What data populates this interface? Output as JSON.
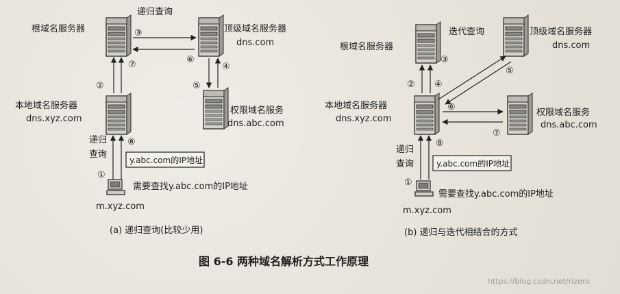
{
  "left": {
    "top_label": "递归查询",
    "root_server": "根域名服务器",
    "tld_server_line1": "顶级域名服务器",
    "tld_server_line2": "dns.com",
    "local_server_line1": "本地域名服务器",
    "local_server_line2": "dns.xyz.com",
    "auth_server_line1": "权限域名服务",
    "auth_server_line2": "dns.abc.com",
    "client_query_line1": "递归",
    "client_query_line2": "查询",
    "answer_box": "y.abc.com的IP地址",
    "client_need": "需要查找y.abc.com的IP地址",
    "client_host": "m.xyz.com",
    "steps": [
      "①",
      "②",
      "③",
      "④",
      "⑤",
      "⑥",
      "⑦",
      "⑧"
    ],
    "caption": "(a) 递归查询(比较少用)"
  },
  "right": {
    "top_label": "迭代查询",
    "root_server": "根域名服务器",
    "tld_server_line1": "顶级域名服务器",
    "tld_server_line2": "dns.com",
    "local_server_line1": "本地域名服务器",
    "local_server_line2": "dns.xyz.com",
    "auth_server_line1": "权限域名服务",
    "auth_server_line2": "dns.abc.com",
    "client_query_line1": "递归",
    "client_query_line2": "查询",
    "answer_box": "y.abc.com的IP地址",
    "client_need": "需要查找y.abc.com的IP地址",
    "client_host": "m.xyz.com",
    "steps": [
      "①",
      "②",
      "③",
      "④",
      "⑤",
      "⑥",
      "⑦",
      "⑧"
    ],
    "caption": "(b) 递归与迭代相结合的方式"
  },
  "figure_caption": "图 6-6    两种域名解析方式工作原理",
  "watermark": "https://blog.csdn.net/rizero"
}
